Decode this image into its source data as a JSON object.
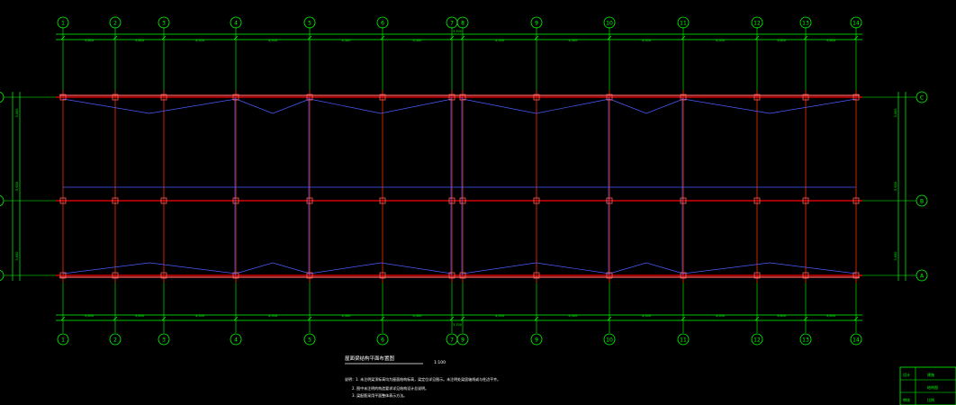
{
  "colors": {
    "background": "#000000",
    "grid_line": "#ff0000",
    "dimension": "#00ff00",
    "beam": "#4a5cff",
    "column": "#ff6060",
    "label": "#ffffff",
    "annotation": "#ffff66"
  },
  "grid": {
    "columns_top": [
      "1",
      "2",
      "3",
      "4",
      "5",
      "6",
      "7",
      "8",
      "9",
      "10",
      "11",
      "12",
      "13",
      "14"
    ],
    "columns_bottom": [
      "1",
      "2",
      "3",
      "4",
      "5",
      "6",
      "7",
      "9",
      "9",
      "10",
      "11",
      "12",
      "13",
      "14"
    ],
    "rows": [
      "C",
      "B",
      "A"
    ]
  },
  "dimensions": {
    "span_labels": [
      "3,600",
      "3,600",
      "4,500",
      "4,500",
      "4,500",
      "4,500",
      "",
      "4,500",
      "4,500",
      "4,500",
      "4,500",
      "3,600",
      "3,600"
    ],
    "total_top": "3,700",
    "total_bottom": "3,700",
    "left_side": [
      "3,000",
      "5,600",
      "3,000"
    ],
    "right_side": [
      "3,000",
      "5,600",
      "3,000"
    ]
  },
  "notes": {
    "plan_title": "屋面梁结构平面布置图",
    "plan_scale": "1:100",
    "lines": [
      "说明：1. 未注明梁顶标高均为屋面结构标高，梁定位详见图示。未注明处梁居轴线或与柱边平齐。",
      "2. 图中未注明的构造要求详见结构设计总说明。",
      "3. 梁配筋采用平面整体表示方法。"
    ]
  },
  "title_block": {
    "row1_left": "设计",
    "row1_right": "建施",
    "row2_right": "结构图",
    "row3_left": "审核",
    "row3_right": "比例"
  }
}
